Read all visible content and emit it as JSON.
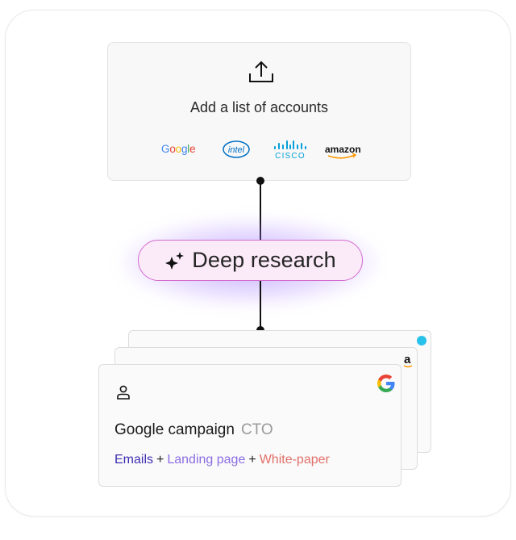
{
  "upload": {
    "title": "Add a list of accounts",
    "logos": {
      "google": "Google",
      "intel": "intel",
      "cisco": "CISCO",
      "amazon": "amazon"
    }
  },
  "research": {
    "label": "Deep research"
  },
  "card": {
    "title": "Google campaign",
    "role": "CTO",
    "deliverables": {
      "emails": "Emails",
      "landing_page": "Landing page",
      "white_paper": "White-paper",
      "separator": "+"
    }
  },
  "colors": {
    "pill_border": "#d36ad0",
    "pill_fill": "#fbeaf8",
    "glow": "#966eff",
    "emails": "#3d2fb3",
    "landing_page": "#8a6de2",
    "white_paper": "#e2706a",
    "google_blue": "#4285F4",
    "google_red": "#EA4335",
    "google_yellow": "#FBBC05",
    "google_green": "#34A853",
    "intel_blue": "#0071c5",
    "cisco_blue": "#049fd9",
    "amazon_orange": "#ff9900"
  },
  "icons": {
    "upload": "upload-icon",
    "sparkle": "sparkle-icon",
    "person": "person-icon",
    "google": "google-g-icon"
  }
}
